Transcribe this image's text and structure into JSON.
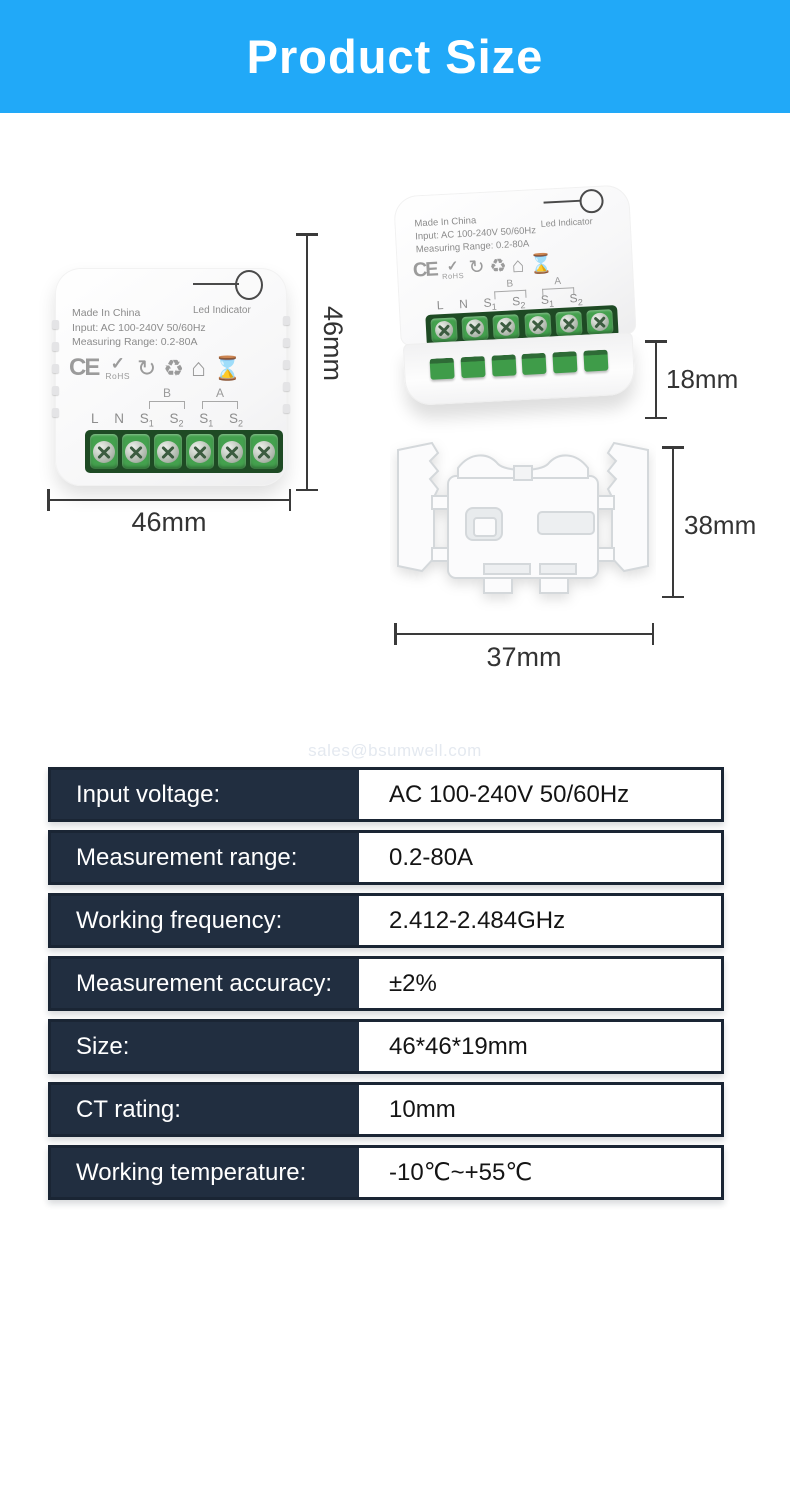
{
  "header": {
    "title": "Product Size"
  },
  "watermark": "sales@bsumwell.com",
  "module": {
    "led_label": "Led Indicator",
    "line1": "Made In China",
    "line2": "Input: AC 100-240V 50/60Hz",
    "line3": "Measuring Range: 0.2-80A",
    "rohs_label": "RoHS",
    "icons": [
      "ce-mark",
      "rohs-check",
      "green-dot-recycle",
      "recycle-triangle",
      "house-keep-indoors",
      "weee-crossed-bin"
    ],
    "group_b": "B",
    "group_a": "A",
    "terminals": [
      "L",
      "N",
      "S1",
      "S2",
      "S1",
      "S2"
    ]
  },
  "dimensions": {
    "front_height": "46mm",
    "front_width": "46mm",
    "depth": "18mm",
    "bracket_height": "38mm",
    "bracket_width": "37mm"
  },
  "spec_table": {
    "rows": [
      {
        "label": "Input voltage:",
        "value": "AC 100-240V 50/60Hz"
      },
      {
        "label": "Measurement range:",
        "value": "0.2-80A"
      },
      {
        "label": "Working frequency:",
        "value": "2.412-2.484GHz"
      },
      {
        "label": "Measurement accuracy:",
        "value": "±2%"
      },
      {
        "label": "Size:",
        "value": "46*46*19mm"
      },
      {
        "label": "CT rating:",
        "value": "10mm"
      },
      {
        "label": "Working temperature:",
        "value": "-10℃~+55℃"
      }
    ]
  },
  "colors": {
    "banner_blue": "#21a9f8",
    "table_navy": "#212e40",
    "table_border": "#1a2534",
    "terminal_green_dark": "#1e4a24",
    "terminal_green": "#44a14e",
    "dimension_line": "#3a3a3a"
  }
}
